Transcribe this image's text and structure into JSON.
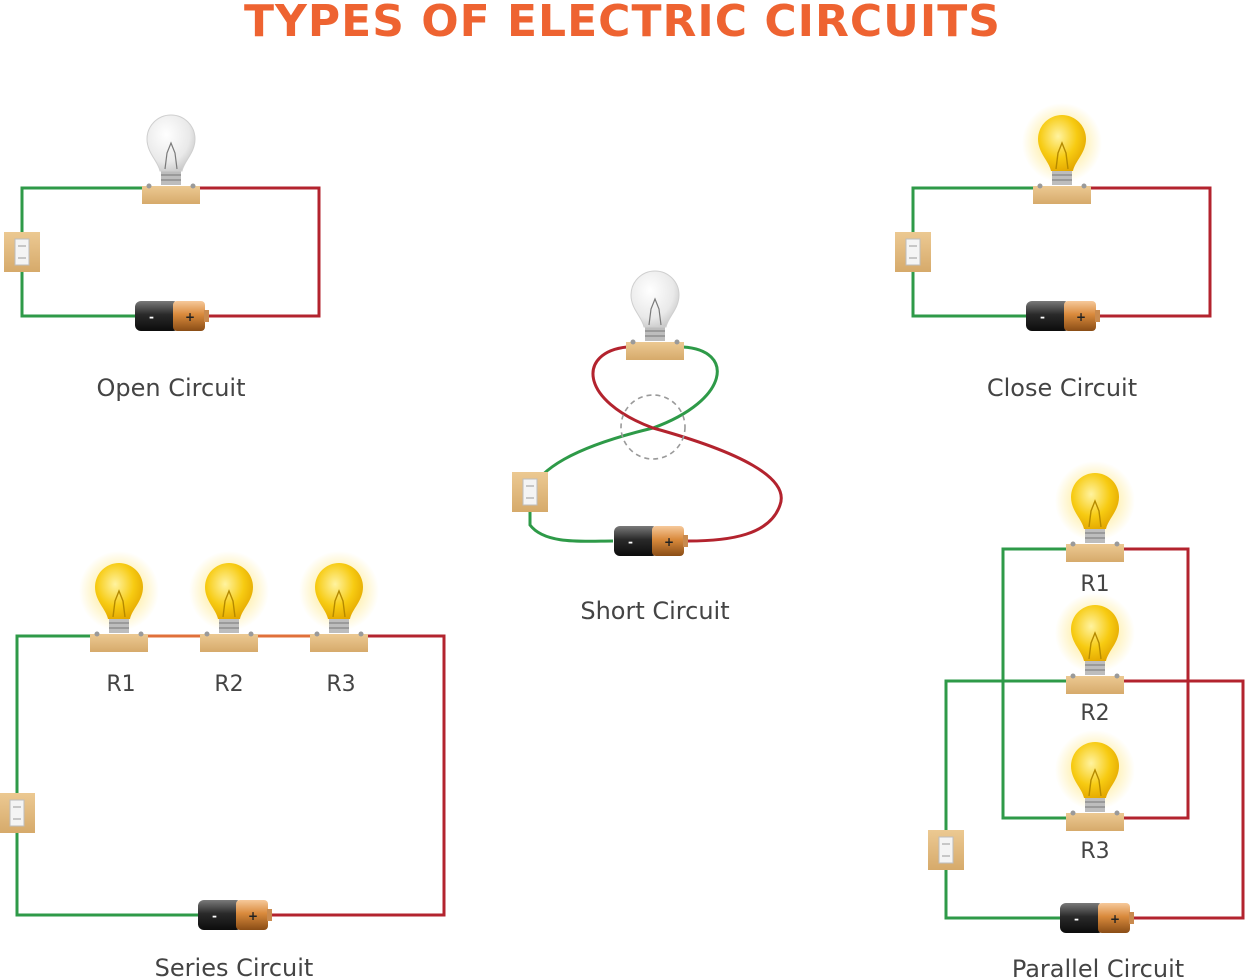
{
  "title": "TYPES OF ELECTRIC CIRCUITS",
  "circuits": {
    "open": {
      "label": "Open Circuit"
    },
    "close": {
      "label": "Close Circuit"
    },
    "short": {
      "label": "Short Circuit"
    },
    "series": {
      "label": "Series Circuit",
      "resistors": [
        "R1",
        "R2",
        "R3"
      ]
    },
    "parallel": {
      "label": "Parallel Circuit",
      "resistors": [
        "R1",
        "R2",
        "R3"
      ]
    }
  },
  "battery": {
    "negative": "-",
    "positive": "+"
  },
  "colors": {
    "title": "#ee6331",
    "wire_negative": "#2e9a48",
    "wire_positive": "#b3232e",
    "wire_series_link": "#e0703a",
    "bulb_lit": "#f5c400",
    "bulb_off": "#e6e6e6",
    "base_wood": "#e3bd84"
  }
}
